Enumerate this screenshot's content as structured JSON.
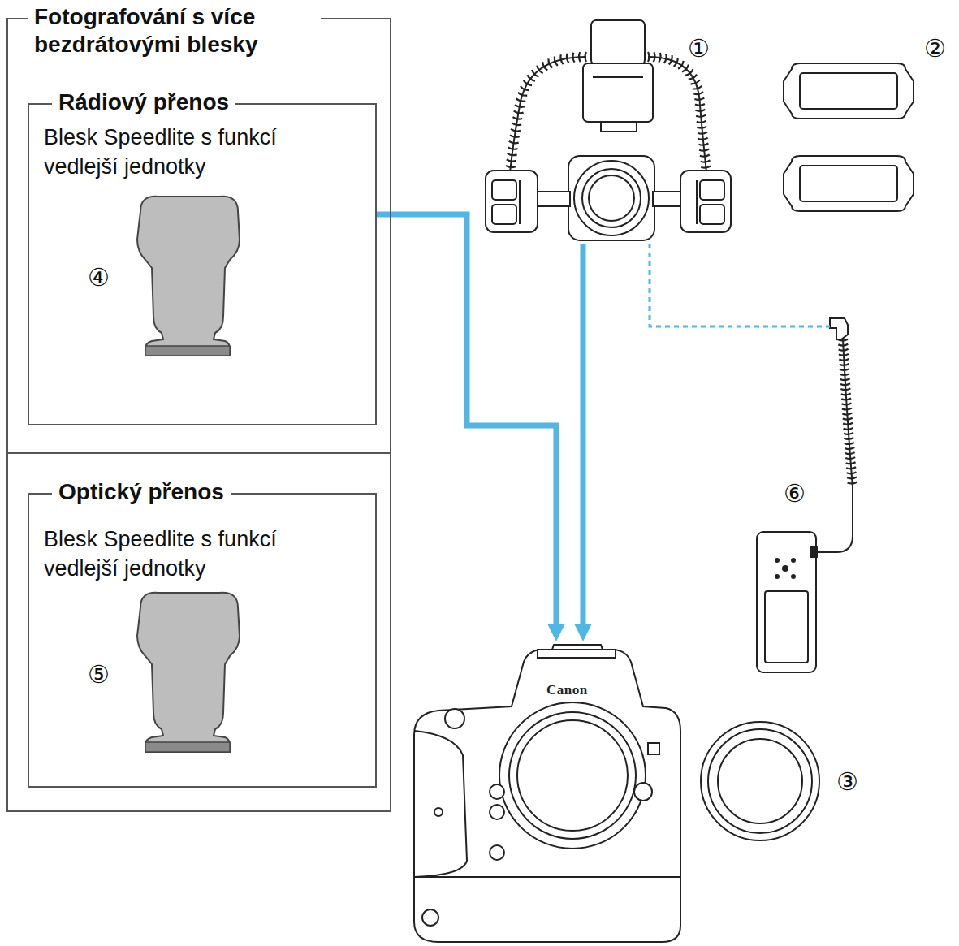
{
  "diagram": {
    "nodes": [
      {
        "text": [
          "Fotografování s více bezdrátovými blesky"
        ]
      },
      {
        "text": [
          "Rádiový přenos",
          "Blesk Speedlite s funkcí vedlejší jednotky",
          "④"
        ],
        "in": 0
      },
      {
        "text": [
          "Optický přenos",
          "Blesk Speedlite s funkcí vedlejší jednotky",
          "⑤"
        ],
        "in": 0
      },
      {
        "text": [
          "①"
        ]
      },
      {
        "text": [
          "Canon"
        ]
      },
      {
        "text": [
          "⑥"
        ]
      }
    ],
    "edges": [
      {
        "from": 1,
        "to": 4,
        "arrow": "to"
      },
      {
        "from": 3,
        "to": 4,
        "arrow": "to"
      },
      {
        "from": 3,
        "to": 5,
        "arrow": "none"
      }
    ],
    "labels": [
      "②",
      "③"
    ]
  }
}
